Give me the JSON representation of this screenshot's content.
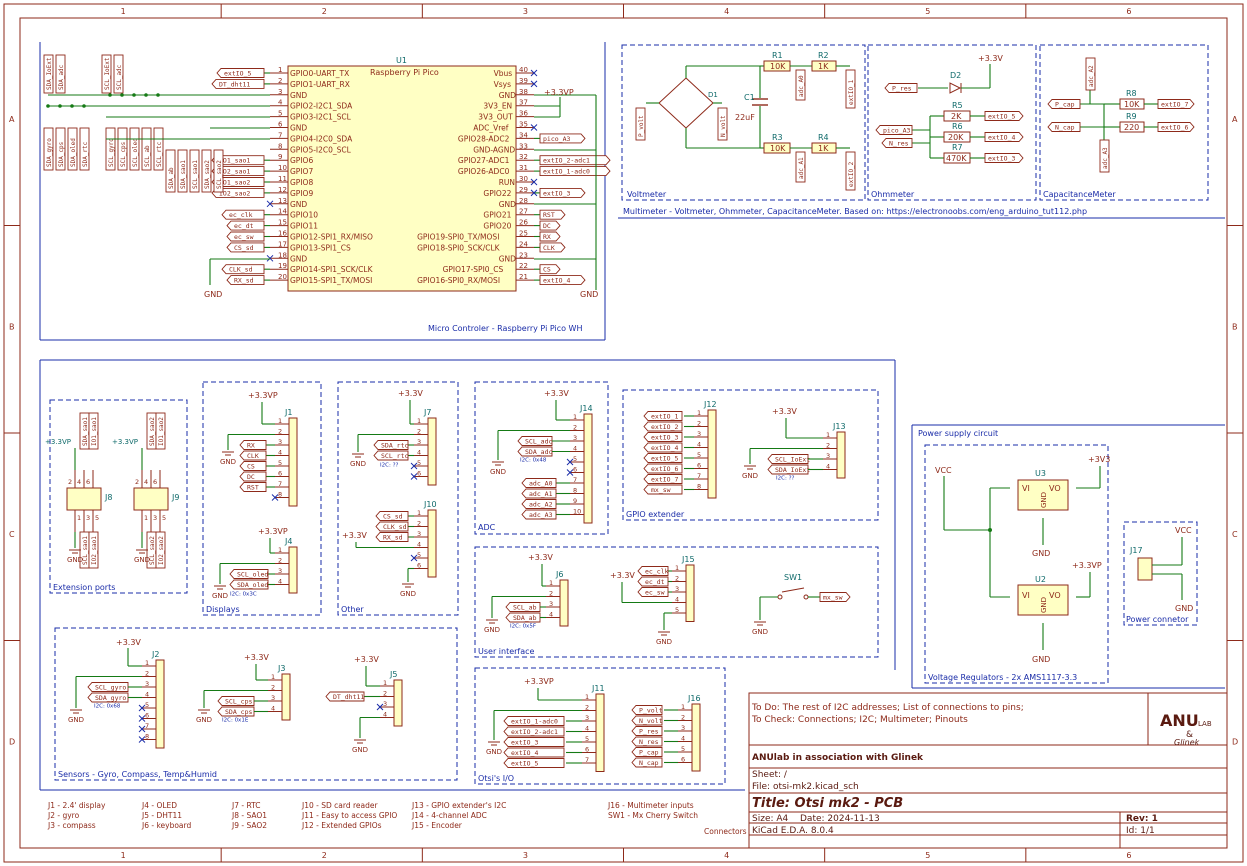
{
  "frame": {
    "col_labels": [
      "1",
      "2",
      "3",
      "4",
      "5",
      "6"
    ],
    "row_labels": [
      "A",
      "B",
      "C",
      "D"
    ]
  },
  "mcu": {
    "ref": "U1",
    "value": "Raspberry Pi Pico",
    "left_pins": [
      {
        "num": "1",
        "name": "GPIO0-UART_TX"
      },
      {
        "num": "2",
        "name": "GPIO1-UART_RX"
      },
      {
        "num": "3",
        "name": "GND"
      },
      {
        "num": "4",
        "name": "GPIO2-I2C1_SDA"
      },
      {
        "num": "5",
        "name": "GPIO3-I2C1_SCL"
      },
      {
        "num": "6",
        "name": "GND"
      },
      {
        "num": "7",
        "name": "GPIO4-I2C0_SDA"
      },
      {
        "num": "8",
        "name": "GPIO5-I2C0_SCL"
      },
      {
        "num": "9",
        "name": "GPIO6"
      },
      {
        "num": "10",
        "name": "GPIO7"
      },
      {
        "num": "11",
        "name": "GPIO8"
      },
      {
        "num": "12",
        "name": "GPIO9"
      },
      {
        "num": "13",
        "name": "GND"
      },
      {
        "num": "14",
        "name": "GPIO10"
      },
      {
        "num": "15",
        "name": "GPIO11"
      },
      {
        "num": "16",
        "name": "GPIO12-SPI1_RX/MISO"
      },
      {
        "num": "17",
        "name": "GPIO13-SPI1_CS"
      },
      {
        "num": "18",
        "name": "GND"
      },
      {
        "num": "19",
        "name": "GPIO14-SPI1_SCK/CLK"
      },
      {
        "num": "20",
        "name": "GPIO15-SPI1_TX/MOSI"
      }
    ],
    "right_pins": [
      {
        "num": "40",
        "name": "Vbus"
      },
      {
        "num": "39",
        "name": "Vsys"
      },
      {
        "num": "38",
        "name": "GND"
      },
      {
        "num": "37",
        "name": "3V3_EN"
      },
      {
        "num": "36",
        "name": "3V3_OUT"
      },
      {
        "num": "35",
        "name": "ADC_Vref"
      },
      {
        "num": "34",
        "name": "GPIO28-ADC2"
      },
      {
        "num": "33",
        "name": "GND-AGND"
      },
      {
        "num": "32",
        "name": "GPIO27-ADC1"
      },
      {
        "num": "31",
        "name": "GPIO26-ADC0"
      },
      {
        "num": "30",
        "name": "RUN"
      },
      {
        "num": "29",
        "name": "GPIO22"
      },
      {
        "num": "28",
        "name": "GND"
      },
      {
        "num": "27",
        "name": "GPIO21"
      },
      {
        "num": "26",
        "name": "GPIO20"
      },
      {
        "num": "25",
        "name": "GPIO19-SPI0_TX/MOSI"
      },
      {
        "num": "24",
        "name": "GPIO18-SPI0_SCK/CLK"
      },
      {
        "num": "23",
        "name": "GND"
      },
      {
        "num": "22",
        "name": "GPIO17-SPI0_CS"
      },
      {
        "num": "21",
        "name": "GPIO16-SPI0_RX/MOSI"
      }
    ],
    "left_labels": [
      "extIO_5",
      "DT_dht11",
      "",
      "",
      "",
      "",
      "",
      "",
      "IO1_sao1",
      "IO2_sao1",
      "IO1_sao2",
      "IO2_sao2",
      "",
      "ec_clk",
      "ec_dt",
      "ec_sw",
      "CS_sd",
      "",
      "CLK_sd",
      "RX_sd"
    ],
    "right_labels": [
      "",
      "",
      "",
      "",
      "",
      "",
      "pico_A3",
      "",
      "extIO_2-adc1",
      "extIO_1-adc0",
      "",
      "extIO_3",
      "",
      "RST",
      "DC",
      "RX",
      "CLK",
      "",
      "CS",
      "extIO_4"
    ],
    "power_label": "+3.3VP",
    "gnd_left": "GND",
    "gnd_right": "GND",
    "vertical_labels": [
      "SDA_IoExt",
      "SDA_adc",
      "SCL_IoExt",
      "SCL_adc",
      "SDA_gyro",
      "SDA_cps",
      "SDA_oled",
      "SDA_rtc",
      "SCL_gyro",
      "SCL_cps",
      "SCL_oled",
      "SCL_ab",
      "SCL_rtc",
      "SDA_ab",
      "SDA_sao1",
      "SCL_sao1",
      "SDA_sao2",
      "SCL_sao2"
    ]
  },
  "sections": {
    "micro": "Micro Controler - Raspberry Pi Pico WH",
    "multimeter": "Multimeter - Voltmeter, Ohmmeter, CapacitanceMeter. Based on: https://electronoobs.com/eng_arduino_tut112.php",
    "voltmeter": "Voltmeter",
    "ohmmeter": "Ohmmeter",
    "capacitance": "CapacitanceMeter",
    "extension": "Extension ports",
    "displays": "Displays",
    "other": "Other",
    "adc": "ADC",
    "gpio_ext": "GPIO extender",
    "user_if": "User interface",
    "sensors": "Sensors - Gyro, Compass, Temp&Humid",
    "otsi_io": "Otsi's I/O",
    "power": "Power supply circuit",
    "regulators": "Voltage Regulators - 2x AMS1117-3.3",
    "power_conn": "Power connetor"
  },
  "voltmeter": {
    "R1": "R1",
    "R1v": "10K",
    "R2": "R2",
    "R2v": "1K",
    "R3": "R3",
    "R3v": "10K",
    "R4": "R4",
    "R4v": "1K",
    "C1": "C1",
    "C1v": "22uF",
    "D1": "D1",
    "labels": [
      "P_volt",
      "N_volt",
      "adc_A0",
      "extIO_1",
      "adc_A1",
      "extIO_2"
    ]
  },
  "ohmmeter": {
    "pwr": "+3.3V",
    "D2": "D2",
    "R5": "R5",
    "R5v": "2K",
    "R6": "R6",
    "R6v": "20K",
    "R7": "R7",
    "R7v": "470K",
    "labels": [
      "P_res",
      "pico_A3",
      "N_res",
      "extIO_5",
      "extIO_4",
      "extIO_3"
    ]
  },
  "capmeter": {
    "R8": "R8",
    "R8v": "10K",
    "R9": "R9",
    "R9v": "220",
    "labels": [
      "adc_A2",
      "P_cap",
      "N_cap",
      "adc_A3",
      "extIO_7",
      "extIO_6"
    ]
  },
  "ext": {
    "J8": "J8",
    "J9": "J9",
    "pwr1": "+3.3VP",
    "pwr2": "+3.3VP",
    "gnd": "GND",
    "top": [
      "SDA_sao1",
      "IO1_sao1",
      "SDA_sao2",
      "IO1_sao2"
    ],
    "bottom": [
      "SCL_sao1",
      "IO2_sao1",
      "SCL_sao2",
      "IO2_sao2"
    ],
    "pins": [
      "2",
      "4",
      "6",
      "1",
      "3",
      "5"
    ]
  },
  "displays": {
    "J1": "J1",
    "pwr": "+3.3VP",
    "gnd": "GND",
    "labels": [
      "RX",
      "CLK",
      "CS",
      "DC",
      "RST"
    ],
    "J4": "J4",
    "pwr2": "+3.3VP",
    "j4labels": [
      "SCL_oled",
      "SDA_oled"
    ],
    "addr": "I2C: 0x3C"
  },
  "other": {
    "J7": "J7",
    "pwr": "+3.3V",
    "gnd": "GND",
    "labels": [
      "SDA_rtc",
      "SCL_rtc"
    ],
    "addr": "I2C: ??",
    "J10": "J10",
    "j10labels": [
      "CS_sd",
      "CLK_sd",
      "RX_sd"
    ],
    "pwr2": "+3.3V"
  },
  "adc": {
    "J14": "J14",
    "pwr": "+3.3V",
    "labels": [
      "SCL_adc",
      "SDA_adc"
    ],
    "addr": "I2C: 0x48",
    "adc_labels": [
      "adc_A0",
      "adc_A1",
      "adc_A2",
      "adc_A3"
    ]
  },
  "gpio_ext": {
    "J12": "J12",
    "labels": [
      "extIO_1",
      "extIO_2",
      "extIO_3",
      "extIO_4",
      "extIO_5",
      "extIO_6",
      "extIO_7",
      "mx_sw"
    ],
    "J13": "J13",
    "pwr": "+3.3V",
    "j13labels": [
      "SCL_IoExt",
      "SDA_IoExt"
    ],
    "addr": "I2C: ??"
  },
  "user_if": {
    "J6": "J6",
    "pwr": "+3.3V",
    "labels": [
      "SCL_ab",
      "SDA_ab"
    ],
    "addr": "I2C: 0x5F",
    "J15": "J15",
    "pwr2": "+3.3V",
    "j15labels": [
      "ec_clk",
      "ec_dt",
      "ec_sw"
    ],
    "SW1": "SW1",
    "sw_label": "mx_sw"
  },
  "sensors": {
    "J2": "J2",
    "pwr": "+3.3V",
    "labels": [
      "SCL_gyro",
      "SDA_gyro"
    ],
    "addr": "I2C: 0x68",
    "J3": "J3",
    "pwr2": "+3.3V",
    "j3labels": [
      "SCL_cps",
      "SDA_cps"
    ],
    "addr2": "I2C: 0x1E",
    "J5": "J5",
    "pwr3": "+3.3V",
    "j5label": "DT_dht11"
  },
  "otsi": {
    "J11": "J11",
    "pwr": "+3.3VP",
    "labels": [
      "extIO_1-adc0",
      "extIO_2-adc1",
      "extIO_3",
      "extIO_4",
      "extIO_5"
    ],
    "J16": "J16",
    "j16labels": [
      "P_volt",
      "N_volt",
      "P_res",
      "N_res",
      "P_cap",
      "N_cap"
    ]
  },
  "power": {
    "U3": "U3",
    "U2": "U2",
    "vcc": "VCC",
    "out1": "+3V3",
    "out2": "+3.3VP",
    "vi": "VI",
    "vo": "VO",
    "gnd": "GND",
    "J17": "J17",
    "vcc2": "VCC"
  },
  "legend": [
    [
      "J1 - 2.4' display",
      "J2 - gyro",
      "J3 - compass"
    ],
    [
      "J4 - OLED",
      "J5 - DHT11",
      "J6 - keyboard"
    ],
    [
      "J7 - RTC",
      "J8 - SAO1",
      "J9 - SAO2"
    ],
    [
      "J10 - SD card reader",
      "J11 - Easy to access GPIO",
      "J12 - Extended GPIOs"
    ],
    [
      "J13 - GPIO extender's I2C",
      "J14 - 4-channel ADC",
      "J15 - Encoder"
    ],
    [
      "J16 - Multimeter inputs",
      "SW1 - Mx Cherry Switch",
      "Connectors"
    ]
  ],
  "titleblock": {
    "todo": "To Do: The rest of I2C addresses; List of connections to pins;",
    "tocheck": "To Check: Connections; I2C; Multimeter; Pinouts",
    "company": "ANUlab in association with Glinek",
    "sheet": "Sheet: /",
    "file": "File: otsi-mk2.kicad_sch",
    "title": "Title: Otsi mk2 - PCB",
    "size": "Size: A4",
    "date": "Date: 2024-11-13",
    "rev": "Rev: 1",
    "kicad": "KiCad E.D.A. 8.0.4",
    "id": "Id: 1/1",
    "logo_text": "ANU LAB & Glinek"
  }
}
